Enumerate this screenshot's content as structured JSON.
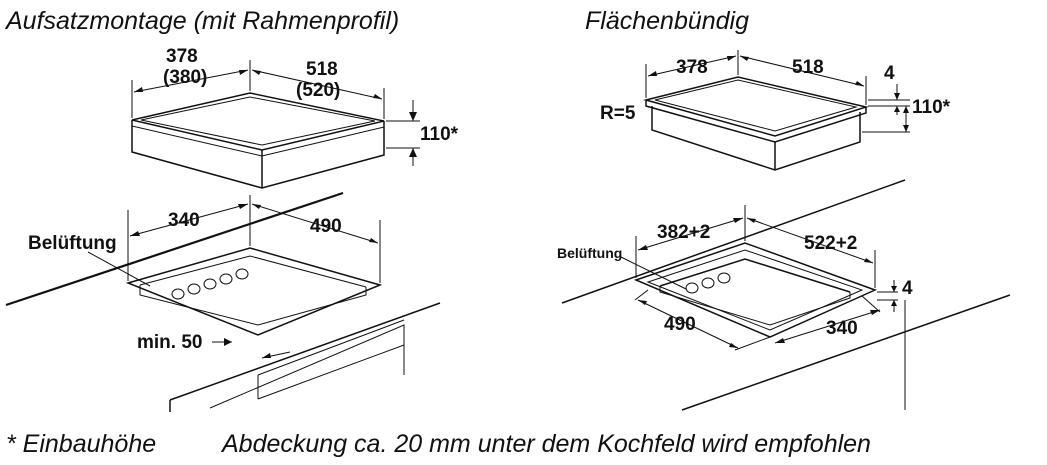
{
  "headings": {
    "left": "Aufsatzmontage (mit Rahmenprofil)",
    "right": "Flächenbündig"
  },
  "left_hob": {
    "width_label": "378",
    "width_alt_label": "(380)",
    "depth_label": "518",
    "depth_alt_label": "(520)",
    "height_label": "110*"
  },
  "left_cutout": {
    "width_label": "340",
    "depth_label": "490",
    "ventilation_label": "Belüftung",
    "min_label": "min. 50"
  },
  "right_hob": {
    "width_label": "378",
    "depth_label": "518",
    "top_label": "4",
    "height_label": "110*",
    "radius_label": "R=5"
  },
  "right_cutout": {
    "rebate_width_label": "382+2",
    "rebate_depth_label": "522+2",
    "ventilation_label": "Belüftung",
    "rebate_height_label": "4",
    "cut_depth_label": "490",
    "cut_width_label": "340"
  },
  "footer": {
    "note": "* Einbauhöhe",
    "recommendation": "Abdeckung ca. 20 mm unter dem Kochfeld wird empfohlen"
  }
}
